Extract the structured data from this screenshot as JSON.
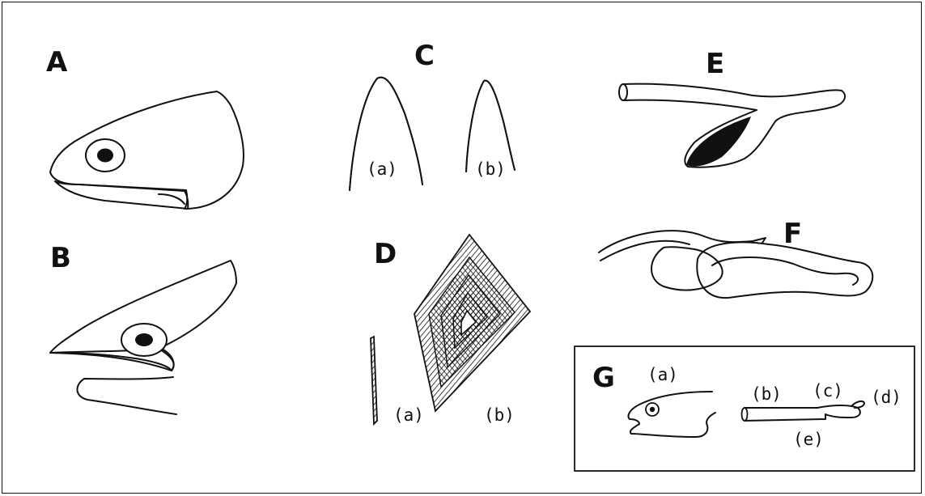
{
  "labels": {
    "A": "A",
    "B": "B",
    "C": "C",
    "D": "D",
    "E": "E",
    "F": "F",
    "G": "G"
  },
  "sublabels": {
    "C": [
      "(a)",
      "(b)"
    ],
    "D": [
      "(a)",
      "(b)"
    ],
    "G": [
      "(a)",
      "(b)",
      "(c)",
      "(d)",
      "(e)"
    ]
  }
}
